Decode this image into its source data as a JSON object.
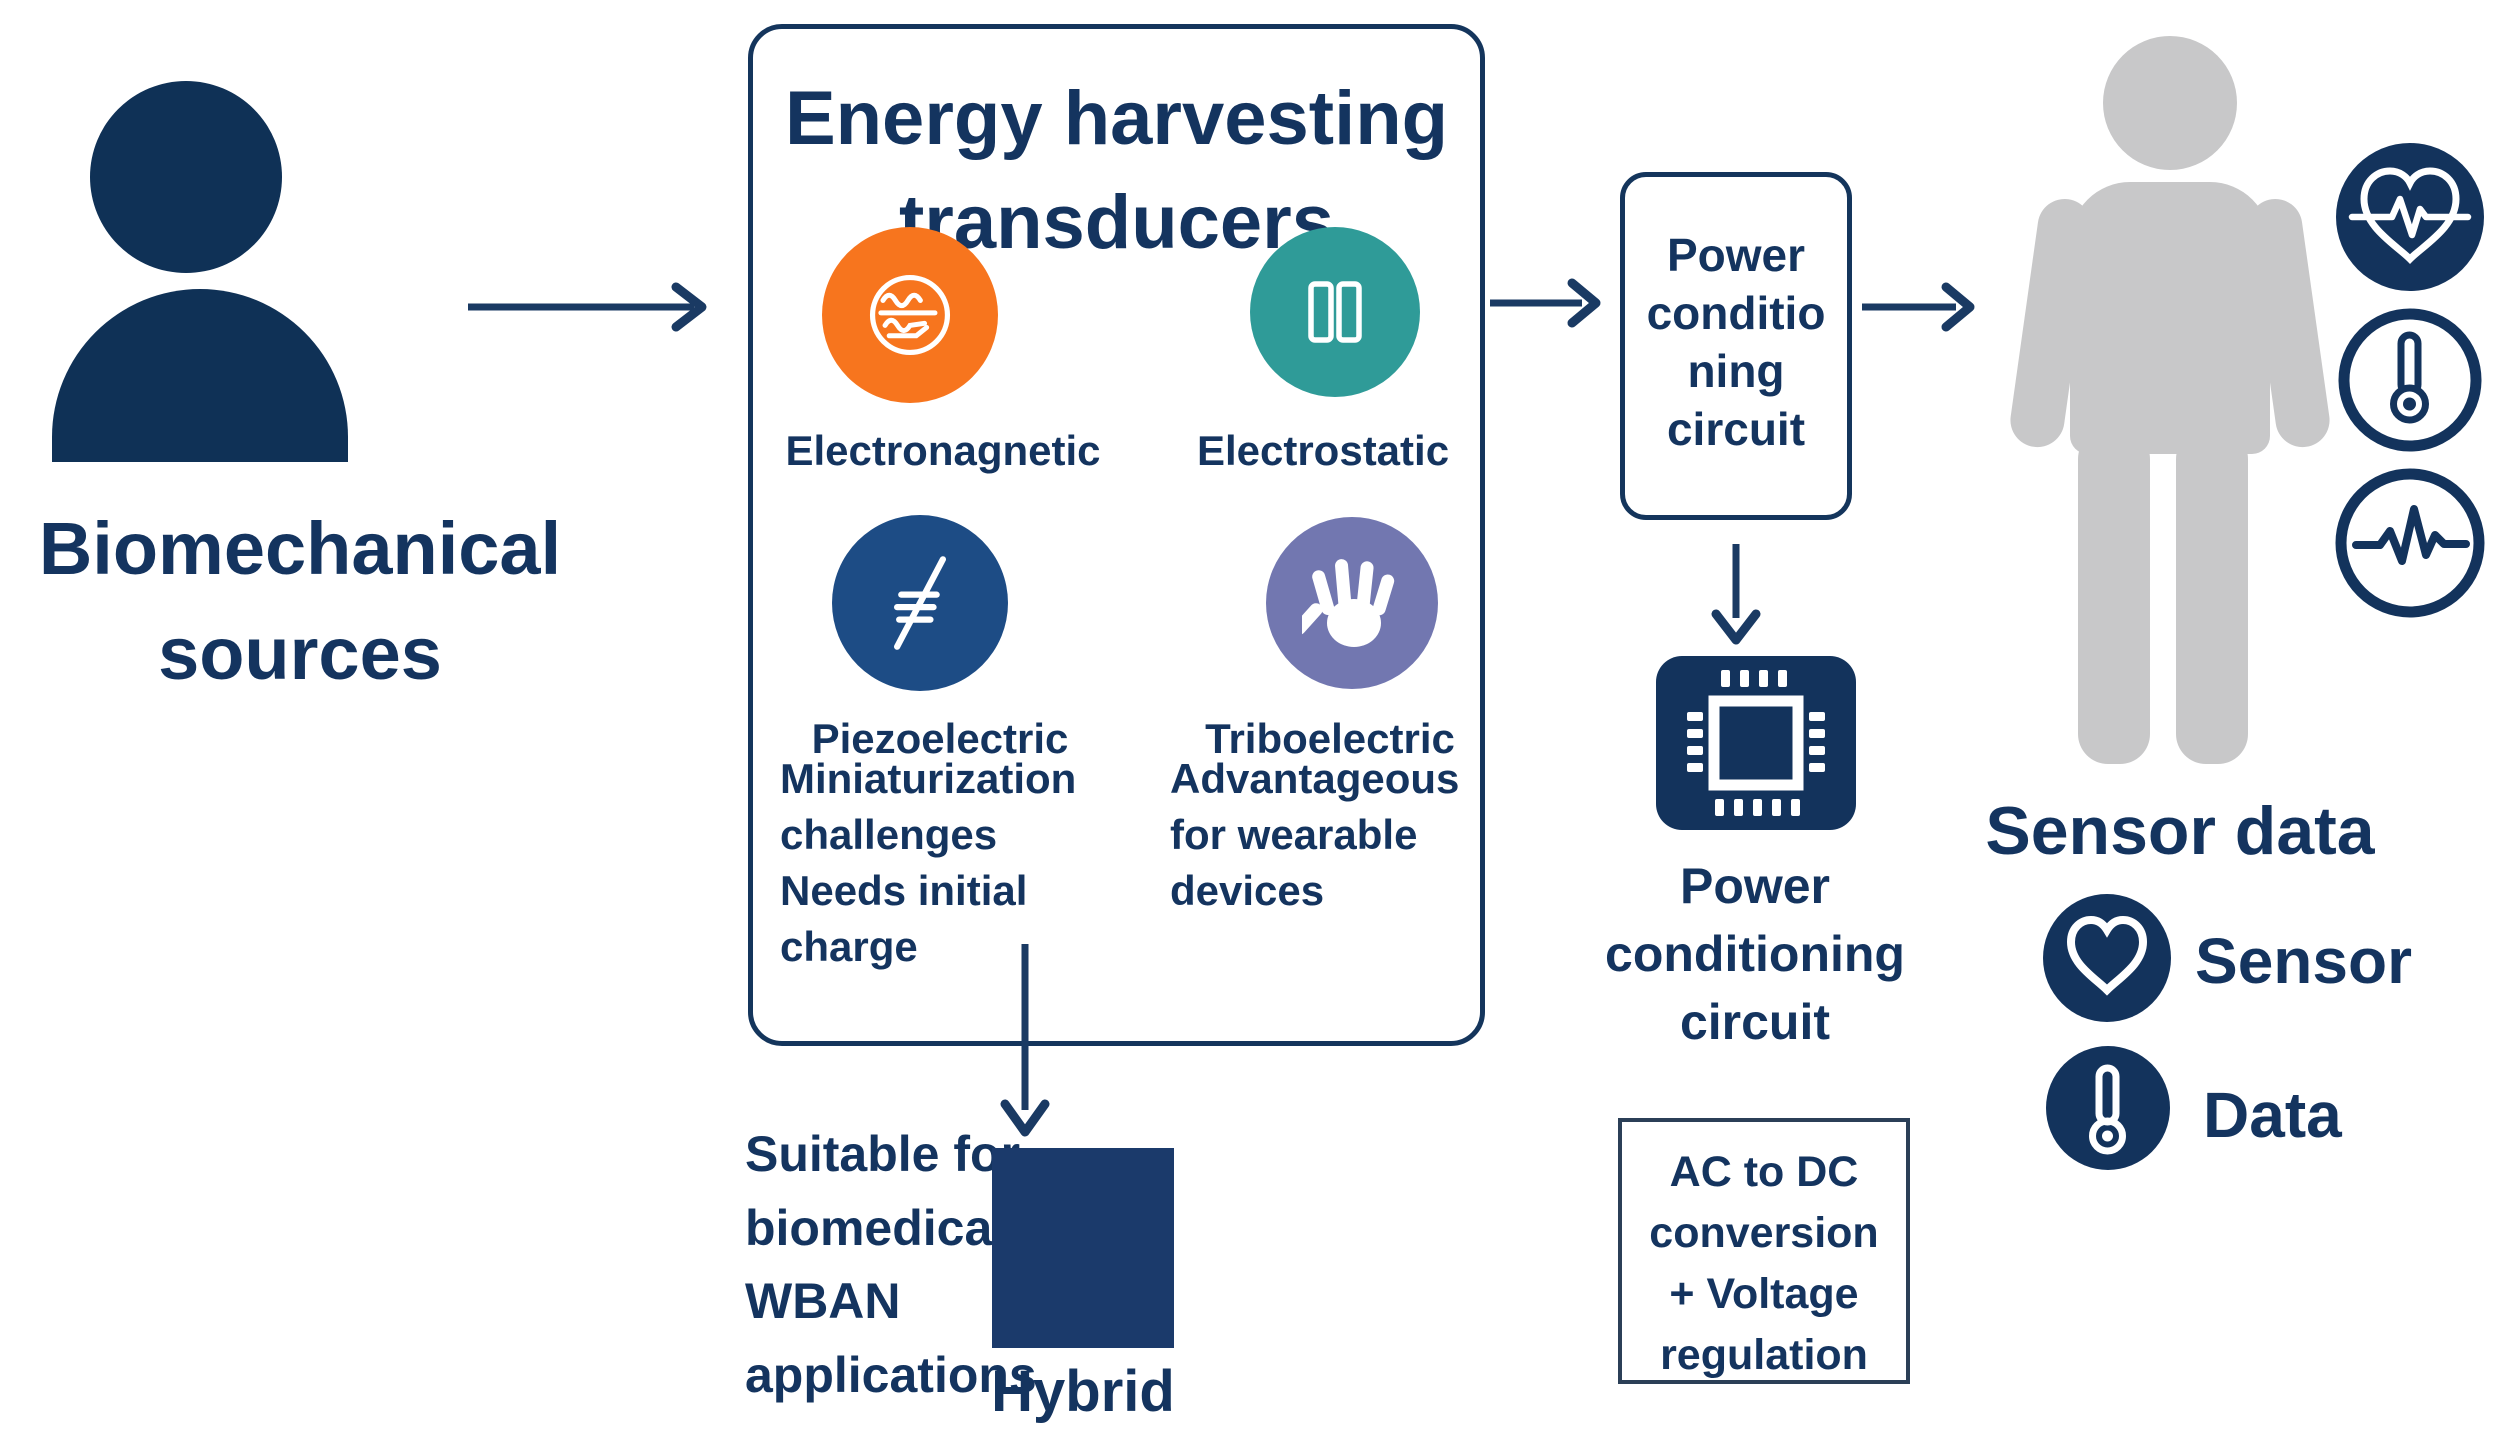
{
  "figure": {
    "source": {
      "icon": "person-icon",
      "label_lines": [
        "Biomechanical",
        "sources"
      ]
    },
    "transducer_box": {
      "title_lines": [
        "Energy harvesting",
        "transducers"
      ],
      "items": [
        {
          "label": "Electronagnetic",
          "icon": "electromagnetic-coil-icon",
          "color": "#f7751e"
        },
        {
          "label": "Electrostatic",
          "icon": "capacitor-plates-icon",
          "color": "#2f9b98"
        },
        {
          "label": "Piezoelectric",
          "icon": "piezoelectric-symbol-icon",
          "color": "#1d4c85"
        },
        {
          "label": "Triboelectric",
          "icon": "hand-icon",
          "color": "#7277b0"
        }
      ],
      "note_left_lines": [
        "Miniaturization",
        "challenges",
        "Needs initial",
        "charge"
      ],
      "note_right_lines": [
        "Advantageous",
        "for wearable",
        "devices"
      ]
    },
    "hybrid": {
      "note_lines": [
        "Suitable for",
        "biomedical/",
        "WBAN",
        "applications"
      ],
      "label": "Hybrid",
      "color": "#1b3a6b"
    },
    "power_box": {
      "label_lines": [
        "Power",
        "conditio",
        "ning",
        "circuit"
      ]
    },
    "chip": {
      "icon": "microchip-icon",
      "label_lines": [
        "Power",
        "conditioning",
        "circuit"
      ]
    },
    "acdc_box": {
      "label_lines": [
        "AC to DC",
        "conversion",
        "+ Voltage",
        "regulation"
      ]
    },
    "wearer": {
      "icon": "person-gray-icon",
      "title": "Sensor data",
      "sensor_icons": [
        "heart-ecg-icon",
        "thermometer-icon",
        "pulse-wave-icon"
      ],
      "legend": [
        {
          "icon": "heart-icon",
          "label": "Sensor"
        },
        {
          "icon": "thermometer-icon",
          "label": "Data"
        }
      ]
    },
    "palette": {
      "navy": "#14345f",
      "orange": "#f7751e",
      "teal": "#2f9b98",
      "blue": "#1d4c85",
      "purple": "#7277b0",
      "gray": "#c8c8c9",
      "white": "#ffffff"
    }
  }
}
